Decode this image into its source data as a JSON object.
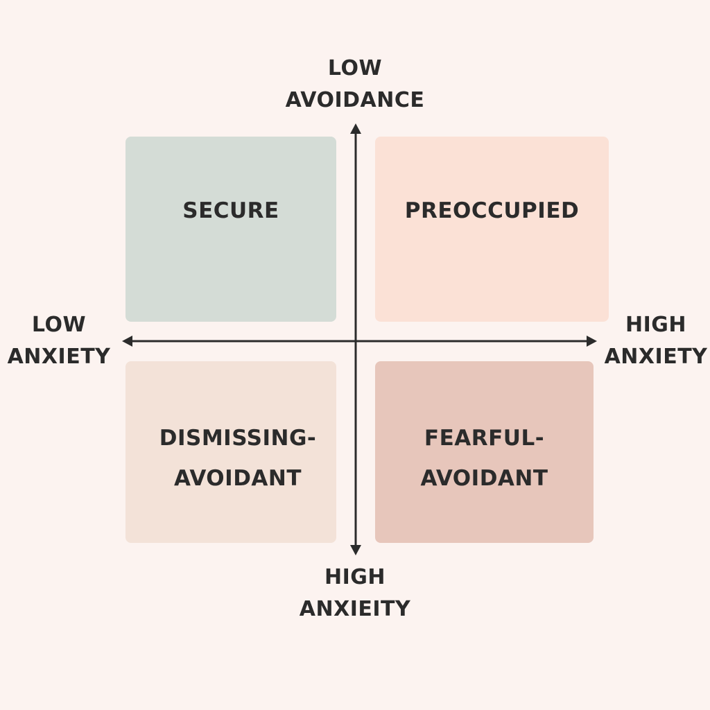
{
  "colors": {
    "background": "#fcf3f0",
    "secure": "#d4dcd6",
    "preoccupied": "#fbe1d6",
    "dismissing_avoidant": "#f3e2d8",
    "fearful_avoidant": "#e7c6bb",
    "text": "#2b2b2b",
    "axis": "#2b2b2b"
  },
  "axes": {
    "top": {
      "line1": "LOW",
      "line2": "AVOIDANCE"
    },
    "bottom": {
      "line1": "HIGH",
      "line2": "ANXIEITY"
    },
    "left": {
      "line1": "LOW",
      "line2": "ANXIETY"
    },
    "right": {
      "line1": "HIGH",
      "line2": "ANXIETY"
    }
  },
  "quadrants": {
    "secure": {
      "line1": "SECURE"
    },
    "preoccupied": {
      "line1": "PREOCCUPIED"
    },
    "dismissing_avoidant": {
      "line1": "DISMISSING-",
      "line2": "AVOIDANT"
    },
    "fearful_avoidant": {
      "line1": "FEARFUL-",
      "line2": "AVOIDANT"
    }
  }
}
